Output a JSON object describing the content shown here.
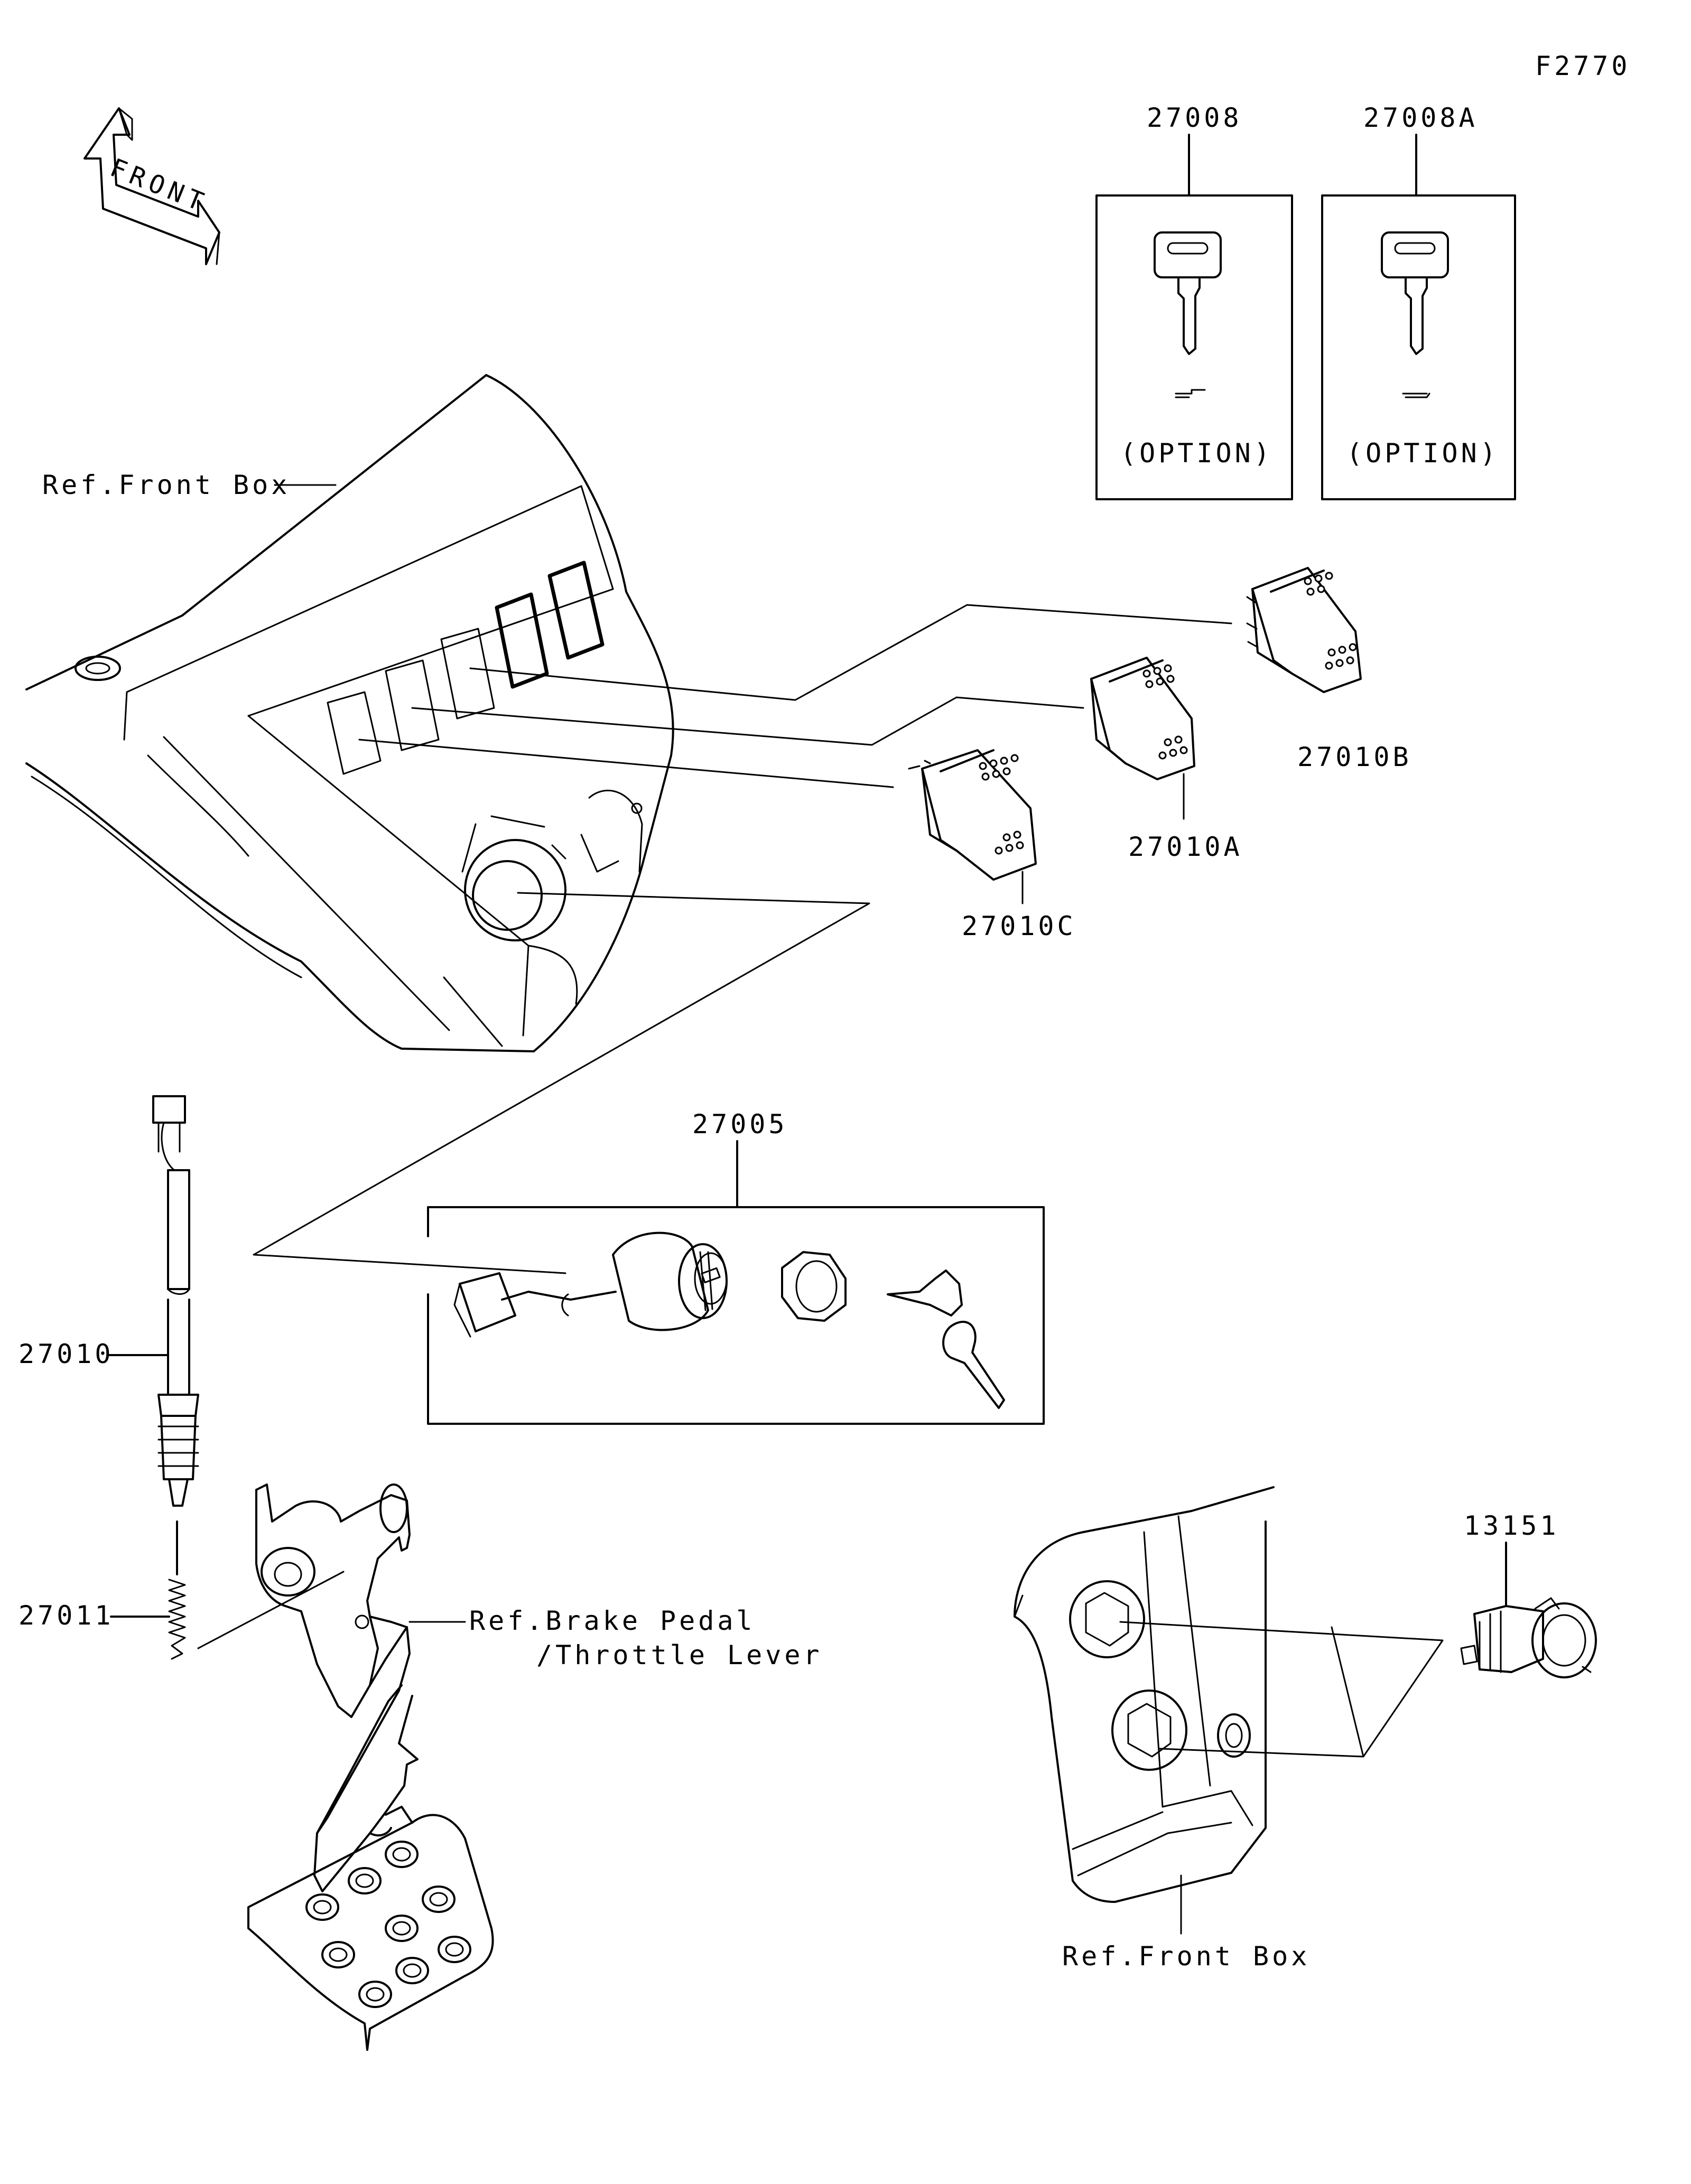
{
  "figure_code": "F2770",
  "front_arrow": {
    "label": "FRONT",
    "icon": "front-direction-arrow-icon"
  },
  "parts": {
    "p27008": "27008",
    "p27008A": "27008A",
    "p27010": "27010",
    "p27010A": "27010A",
    "p27010B": "27010B",
    "p27010C": "27010C",
    "p27005": "27005",
    "p27011": "27011",
    "p13151": "13151"
  },
  "option_label": "(OPTION)",
  "references": {
    "front_box_top": "Ref.Front Box",
    "brake_pedal_1": "Ref.Brake Pedal",
    "brake_pedal_2": "/Throttle Lever",
    "front_box_bottom": "Ref.Front Box"
  }
}
